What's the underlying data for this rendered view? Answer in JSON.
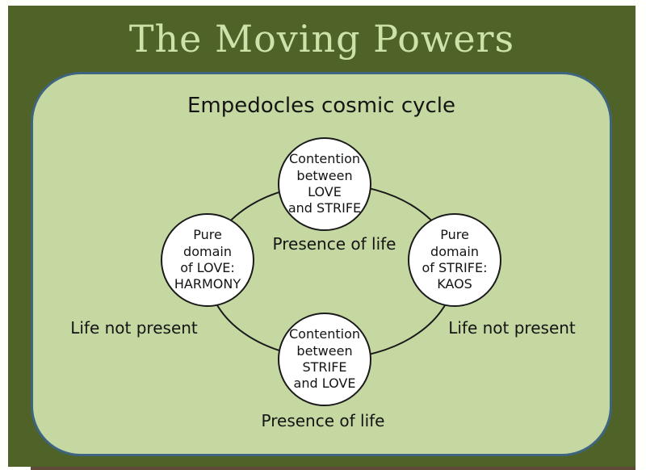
{
  "slide": {
    "title": "The Moving Powers",
    "diagram": {
      "title": "Empedocles cosmic cycle",
      "nodes": [
        {
          "id": "contention-love-strife",
          "lines": [
            "Contention",
            "between",
            "LOVE",
            "and STRIFE"
          ]
        },
        {
          "id": "pure-love-harmony",
          "lines": [
            "Pure",
            "domain",
            "of LOVE:",
            "HARMONY"
          ]
        },
        {
          "id": "pure-strife-kaos",
          "lines": [
            "Pure",
            "domain",
            "of STRIFE:",
            "KAOS"
          ]
        },
        {
          "id": "contention-strife-love",
          "lines": [
            "Contention",
            "between",
            "STRIFE",
            "and LOVE"
          ]
        }
      ],
      "labels": [
        {
          "id": "presence-top",
          "text": "Presence of life"
        },
        {
          "id": "life-left",
          "text": "Life not present"
        },
        {
          "id": "life-right",
          "text": "Life not present"
        },
        {
          "id": "presence-bottom",
          "text": "Presence of life"
        }
      ]
    },
    "colors": {
      "slide_background": "#4f6228",
      "panel_fill": "#c5d8a2",
      "panel_border": "#3e657f",
      "title_text": "#cde1ab",
      "node_fill": "#ffffff",
      "node_border": "#1a1a1a",
      "body_text": "#141414",
      "page_margin": "#ffffff",
      "slide_shadow": "#5f4a3a"
    }
  }
}
